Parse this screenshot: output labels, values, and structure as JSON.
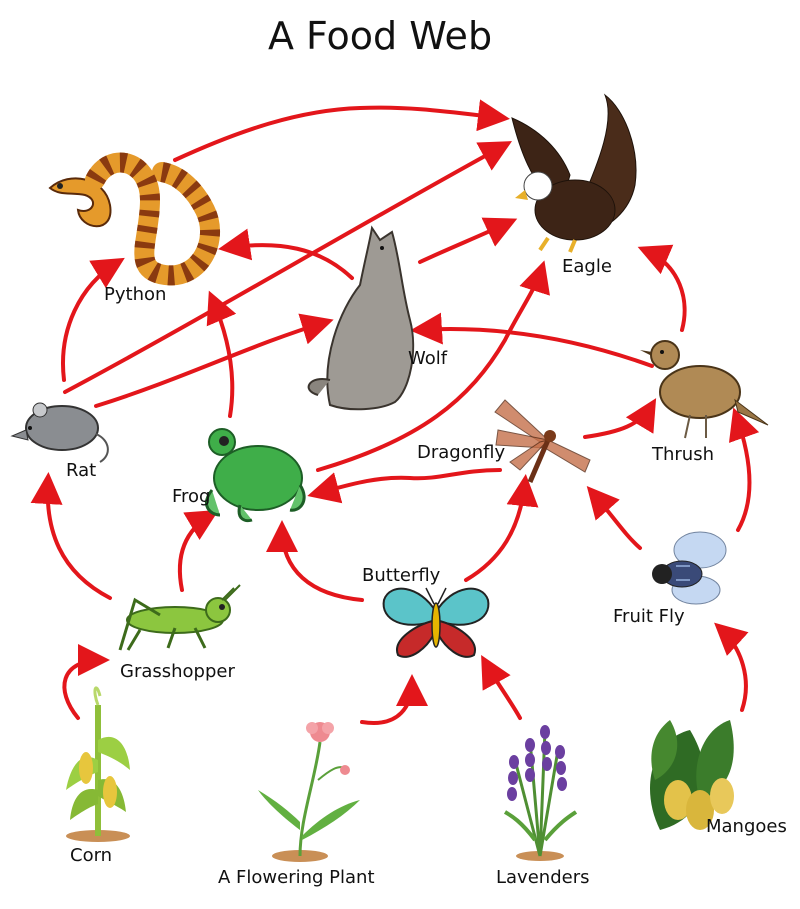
{
  "title": "A Food  Web",
  "organisms": {
    "eagle": "Eagle",
    "python": "Python",
    "wolf": "Wolf",
    "rat": "Rat",
    "thrush": "Thrush",
    "dragonfly": "Dragonfly",
    "frog": "Frog",
    "butterfly": "Butterfly",
    "fruit_fly": "Fruit Fly",
    "grasshopper": "Grasshopper",
    "corn": "Corn",
    "flowering_plant": "A Flowering Plant",
    "lavenders": "Lavenders",
    "mangoes": "Mangoes"
  },
  "arrow_color": "#e3161b",
  "feeding_links": [
    [
      "corn",
      "grasshopper"
    ],
    [
      "flowering_plant",
      "butterfly"
    ],
    [
      "lavenders",
      "butterfly"
    ],
    [
      "mangoes",
      "fruit_fly"
    ],
    [
      "grasshopper",
      "rat"
    ],
    [
      "grasshopper",
      "frog"
    ],
    [
      "butterfly",
      "frog"
    ],
    [
      "butterfly",
      "dragonfly"
    ],
    [
      "fruit_fly",
      "dragonfly"
    ],
    [
      "fruit_fly",
      "thrush"
    ],
    [
      "dragonfly",
      "frog"
    ],
    [
      "dragonfly",
      "thrush"
    ],
    [
      "rat",
      "python"
    ],
    [
      "rat",
      "wolf"
    ],
    [
      "rat",
      "eagle"
    ],
    [
      "frog",
      "python"
    ],
    [
      "frog",
      "eagle"
    ],
    [
      "wolf",
      "python"
    ],
    [
      "wolf",
      "eagle"
    ],
    [
      "thrush",
      "wolf"
    ],
    [
      "thrush",
      "eagle"
    ],
    [
      "python",
      "eagle"
    ]
  ]
}
